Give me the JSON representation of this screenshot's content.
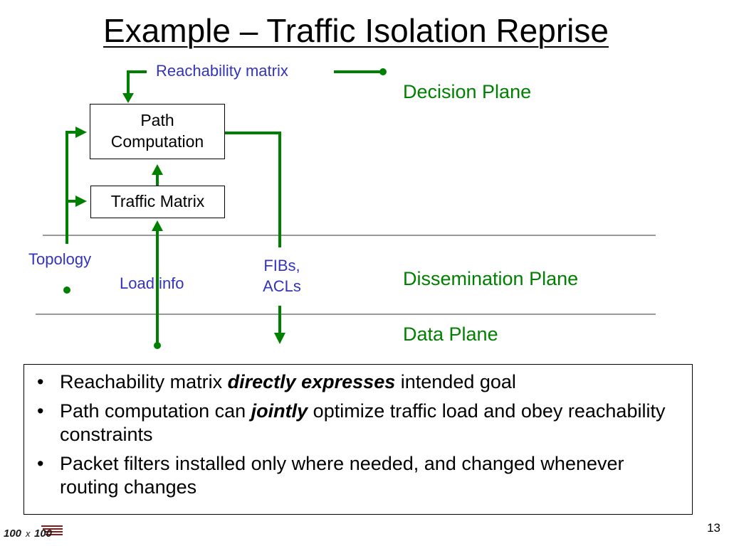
{
  "slide": {
    "title": "Example – Traffic Isolation Reprise",
    "page_number": "13"
  },
  "diagram": {
    "reachability_label": "Reachability matrix",
    "path_box": {
      "line1": "Path",
      "line2": "Computation"
    },
    "traffic_box": "Traffic Matrix",
    "topology_label": "Topology",
    "load_label": "Load info",
    "fibs_label": {
      "line1": "FIBs,",
      "line2": "ACLs"
    },
    "planes": {
      "decision": "Decision Plane",
      "dissemination": "Dissemination Plane",
      "data": "Data Plane"
    },
    "colors": {
      "arrow": "#008000",
      "label_blue": "#3333bb",
      "plane_green": "#008000"
    }
  },
  "bullets": [
    {
      "before": "Reachability matrix ",
      "emph": "directly expresses",
      "after": " intended goal"
    },
    {
      "before": "Path computation can ",
      "emph": "jointly",
      "after": " optimize traffic load and obey reachability constraints"
    },
    {
      "before": "Packet filters installed only where needed, and changed whenever routing changes",
      "emph": "",
      "after": ""
    }
  ],
  "logo": {
    "text": "100 x 100"
  }
}
